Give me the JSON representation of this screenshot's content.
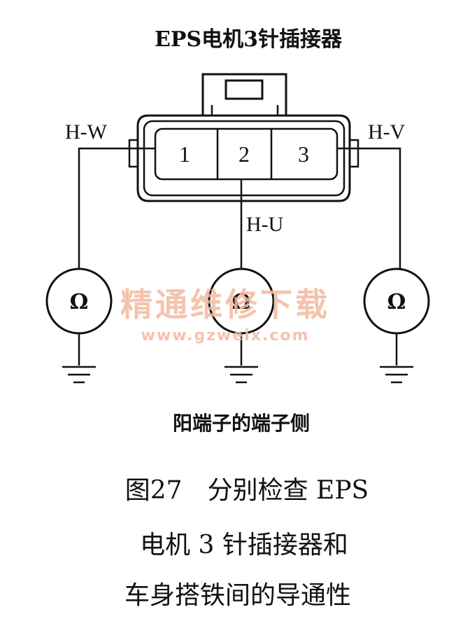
{
  "title": "EPS电机3针插接器",
  "connector": {
    "pins": [
      "1",
      "2",
      "3"
    ],
    "wires": {
      "left": "H-W",
      "right": "H-V",
      "bottom": "H-U"
    }
  },
  "meters": {
    "symbol": "Ω"
  },
  "watermark": {
    "text": "精通维修下载",
    "url": "www.gzweix.com",
    "color": "#f2b9a0"
  },
  "side_label": "阳端子的端子侧",
  "caption": {
    "line1": "图27　分别检查 EPS",
    "line2": "电机 3 针插接器和",
    "line3": "车身搭铁间的导通性"
  }
}
